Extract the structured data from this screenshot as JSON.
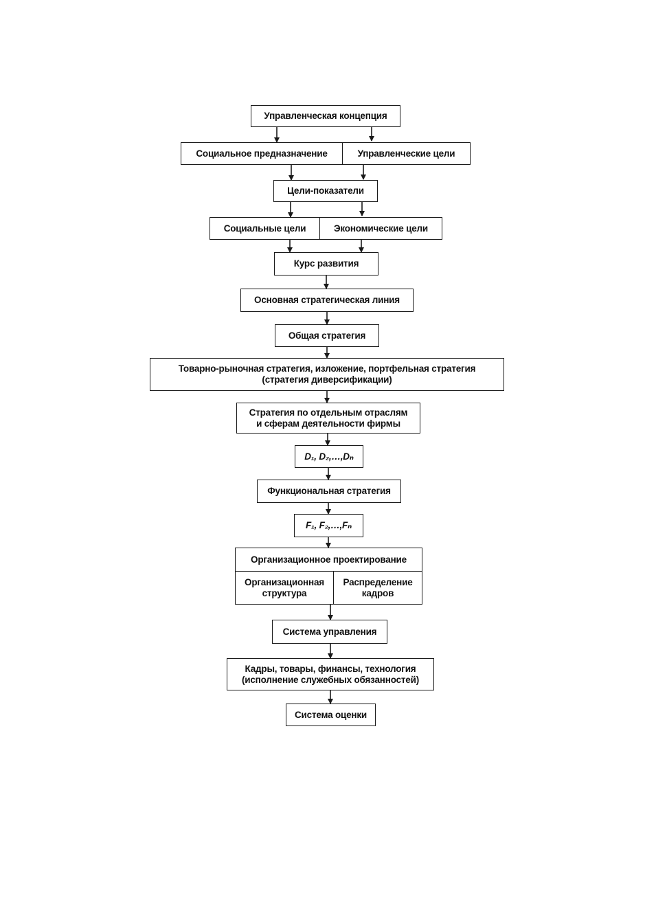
{
  "diagram": {
    "concept": "Управленческая концепция",
    "purpose_left": "Социальное предназначение",
    "purpose_right": "Управленческие цели",
    "indicators": "Цели-показатели",
    "goals_left": "Социальные цели",
    "goals_right": "Экономические цели",
    "course": "Курс развития",
    "main_line": "Основная стратегическая линия",
    "general_strategy": "Общая стратегия",
    "market_strategy": "Товарно-рыночная стратегия, изложение, портфельная стратегия\n(стратегия диверсификации)",
    "sector_strategy": "Стратегия по отдельным отраслям\nи сферам деятельности фирмы",
    "d_series": "D₁, D₂,…,Dₙ",
    "functional_strategy": "Функциональная стратегия",
    "f_series": "F₁, F₂,…,Fₙ",
    "org_design": "Организационное проектирование",
    "org_structure": "Организационная\nструктура",
    "staff_distribution": "Распределение\nкадров",
    "management_system": "Система управления",
    "resources": "Кадры, товары, финансы, технология\n(исполнение служебных обязанностей)",
    "evaluation_system": "Система оценки"
  }
}
